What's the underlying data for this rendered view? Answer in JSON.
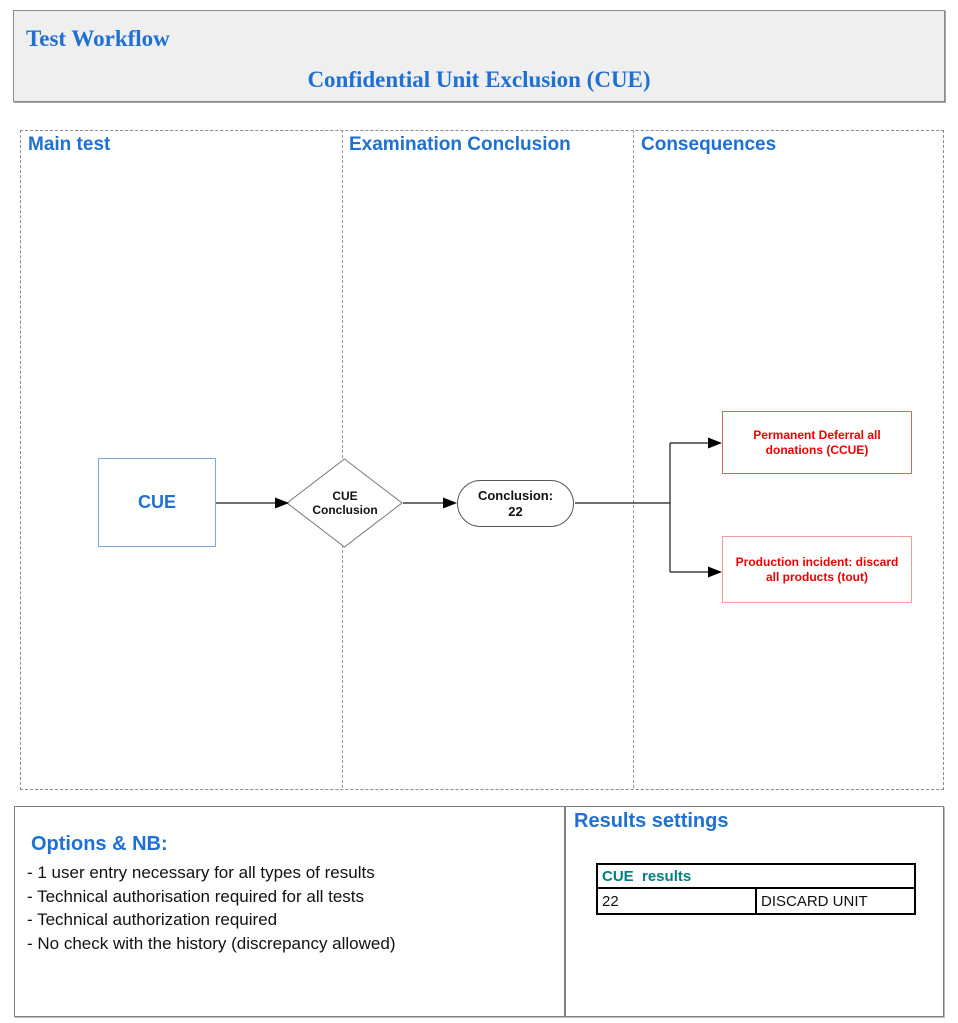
{
  "header": {
    "title": "Test Workflow",
    "subtitle": "Confidential Unit Exclusion (CUE)"
  },
  "lanes": [
    {
      "label": "Main test"
    },
    {
      "label": "Examination Conclusion"
    },
    {
      "label": "Consequences"
    }
  ],
  "flowchart": {
    "start_box": "CUE",
    "decision": {
      "line1": "CUE",
      "line2": "Conclusion"
    },
    "conclusion": {
      "line1": "Conclusion:",
      "line2": "22"
    },
    "consequences": [
      "Permanent Deferral all donations (CCUE)",
      "Production incident: discard all products (tout)"
    ]
  },
  "options": {
    "heading": "Options & NB:",
    "items": [
      "- 1 user entry necessary for all types of results",
      "- Technical authorisation required for all tests",
      "- Technical authorization required",
      "- No check with the history (discrepancy allowed)"
    ]
  },
  "results": {
    "heading": "Results settings",
    "table": {
      "header": "CUE  results",
      "rows": [
        [
          "22",
          "DISCARD UNIT"
        ]
      ]
    }
  },
  "colors": {
    "accent_blue": "#1f70d2",
    "alert_red": "#ee0000",
    "table_header_teal": "#008080",
    "header_background": "#efefef",
    "cue_box_border": "#7aabde"
  }
}
